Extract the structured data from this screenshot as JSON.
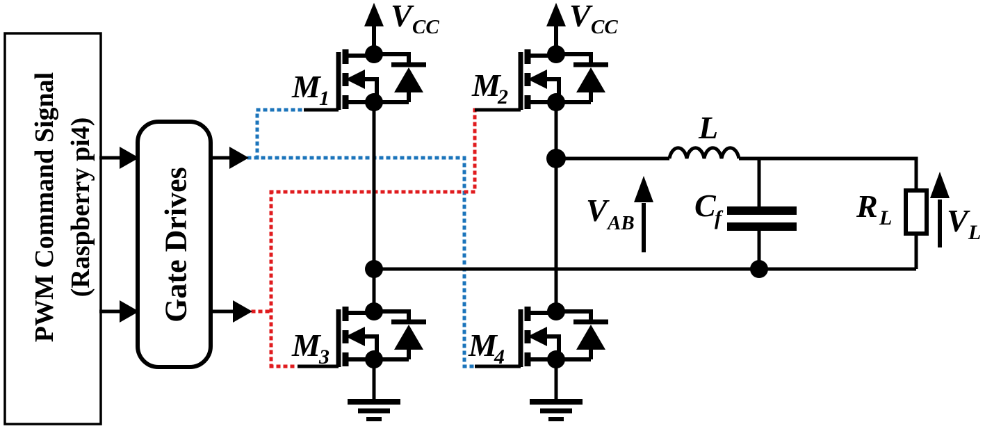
{
  "pwm_box": {
    "line1": "PWM Command Signal",
    "line2": "(Raspberry pi4)"
  },
  "gate_drives": {
    "label": "Gate Drives"
  },
  "supply_label": {
    "main": "V",
    "sub": "CC"
  },
  "mosfets": {
    "m1": {
      "main": "M",
      "sub": "1",
      "color": "#1B74BB"
    },
    "m2": {
      "main": "M",
      "sub": "2",
      "color": "#E01B1E"
    },
    "m3": {
      "main": "M",
      "sub": "3",
      "color": "#E01B1E"
    },
    "m4": {
      "main": "M",
      "sub": "4",
      "color": "#1B74BB"
    }
  },
  "filter": {
    "inductor": {
      "label": "L"
    },
    "capacitor": {
      "main": "C",
      "sub": "f"
    }
  },
  "load": {
    "resistor": {
      "main": "R",
      "sub": "L"
    },
    "voltage": {
      "main": "V",
      "sub": "L"
    }
  },
  "bridge_output_voltage": {
    "main": "V",
    "sub": "AB"
  },
  "colors": {
    "blue": "#1B74BB",
    "red": "#E01B1E",
    "wire": "#000000"
  }
}
